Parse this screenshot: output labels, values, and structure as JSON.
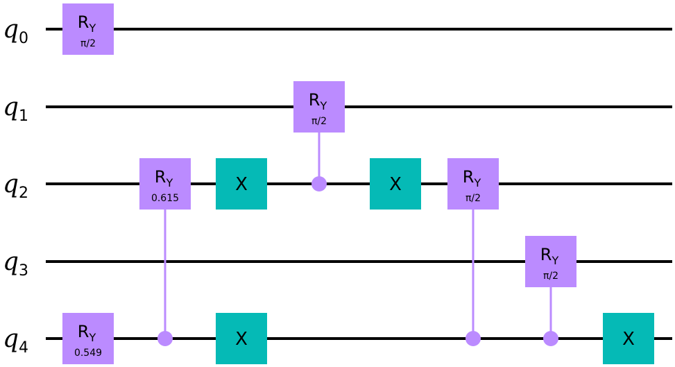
{
  "colors": {
    "rotation_gate": "#BB8BFF",
    "x_gate": "#05BAB6",
    "wire": "#000000"
  },
  "qubits": [
    {
      "name": "q",
      "index": "0"
    },
    {
      "name": "q",
      "index": "1"
    },
    {
      "name": "q",
      "index": "2"
    },
    {
      "name": "q",
      "index": "3"
    },
    {
      "name": "q",
      "index": "4"
    }
  ],
  "gates": [
    {
      "type": "RY",
      "label": "R",
      "label_sub": "Y",
      "param": "π/2",
      "target": 0,
      "step": 0
    },
    {
      "type": "RY",
      "label": "R",
      "label_sub": "Y",
      "param": "0.549",
      "target": 4,
      "step": 0
    },
    {
      "type": "CRY",
      "label": "R",
      "label_sub": "Y",
      "param": "0.615",
      "target": 2,
      "control": 4,
      "step": 1
    },
    {
      "type": "X",
      "label": "X",
      "target": 2,
      "step": 2
    },
    {
      "type": "X",
      "label": "X",
      "target": 4,
      "step": 2
    },
    {
      "type": "CRY",
      "label": "R",
      "label_sub": "Y",
      "param": "π/2",
      "target": 1,
      "control": 2,
      "step": 3
    },
    {
      "type": "X",
      "label": "X",
      "target": 2,
      "step": 4
    },
    {
      "type": "CRY",
      "label": "R",
      "label_sub": "Y",
      "param": "π/2",
      "target": 2,
      "control": 4,
      "step": 5
    },
    {
      "type": "CRY",
      "label": "R",
      "label_sub": "Y",
      "param": "π/2",
      "target": 3,
      "control": 4,
      "step": 6
    },
    {
      "type": "X",
      "label": "X",
      "target": 4,
      "step": 7
    }
  ]
}
